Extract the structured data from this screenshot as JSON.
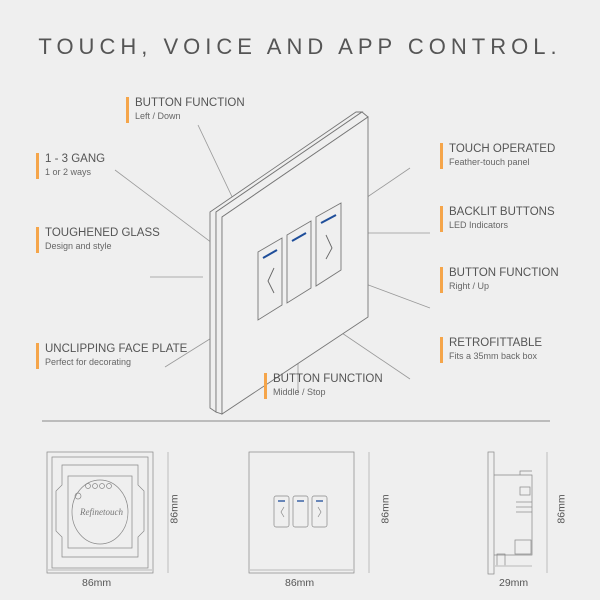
{
  "title": "TOUCH, VOICE AND APP CONTROL.",
  "callouts": [
    {
      "title": "BUTTON FUNCTION",
      "subtitle": "Left / Down"
    },
    {
      "title": "1 - 3 GANG",
      "subtitle": "1 or 2 ways"
    },
    {
      "title": "TOUGHENED GLASS",
      "subtitle": "Design and style"
    },
    {
      "title": "UNCLIPPING FACE PLATE",
      "subtitle": "Perfect for decorating"
    },
    {
      "title": "BUTTON FUNCTION",
      "subtitle": "Middle / Stop"
    },
    {
      "title": "TOUCH OPERATED",
      "subtitle": "Feather-touch panel"
    },
    {
      "title": "BACKLIT BUTTONS",
      "subtitle": "LED Indicators"
    },
    {
      "title": "BUTTON FUNCTION",
      "subtitle": "Right / Up"
    },
    {
      "title": "RETROFITTABLE",
      "subtitle": "Fits a 35mm back box"
    }
  ],
  "dimensions": {
    "back_width": "86mm",
    "back_height": "86mm",
    "front_width": "86mm",
    "front_height": "86mm",
    "side_depth": "29mm",
    "side_height": "86mm"
  },
  "brand_logo_text": "Refinetouch",
  "colors": {
    "accent": "#f5a54a",
    "led": "#1f4e9a",
    "text": "#555555",
    "background": "#efefef"
  }
}
